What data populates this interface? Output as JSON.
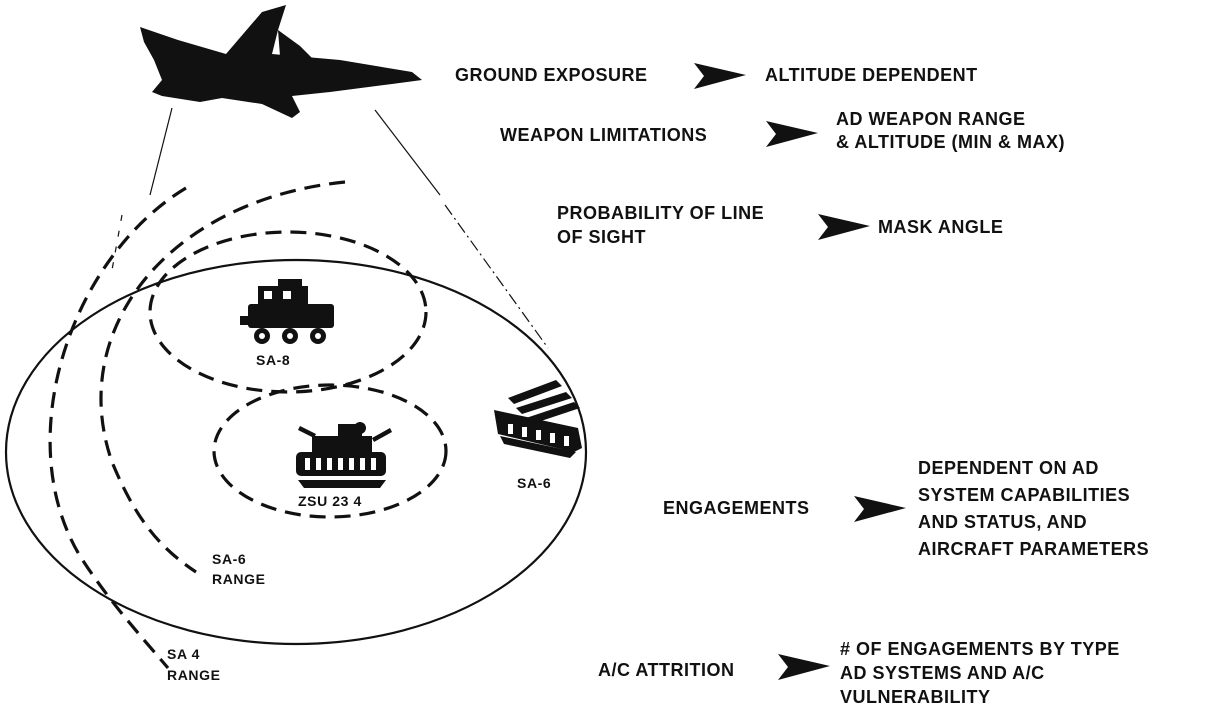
{
  "map_labels": {
    "sa8": "SA-8",
    "zsu": "ZSU 23 4",
    "sa6": "SA-6",
    "sa6_range_1": "SA-6",
    "sa6_range_2": "RANGE",
    "sa4_range_1": "SA 4",
    "sa4_range_2": "RANGE"
  },
  "factors": [
    {
      "name": "GROUND EXPOSURE",
      "effect": "ALTITUDE DEPENDENT"
    },
    {
      "name": "WEAPON LIMITATIONS",
      "effect_1": "AD WEAPON RANGE",
      "effect_2": "& ALTITUDE (MIN & MAX)"
    },
    {
      "name_1": "PROBABILITY OF LINE",
      "name_2": "OF SIGHT",
      "effect": "MASK ANGLE"
    },
    {
      "name": "ENGAGEMENTS",
      "effect_1": "DEPENDENT ON AD",
      "effect_2": "SYSTEM CAPABILITIES",
      "effect_3": "AND STATUS, AND",
      "effect_4": "AIRCRAFT PARAMETERS"
    },
    {
      "name": "A/C ATTRITION",
      "effect_1": "# OF ENGAGEMENTS BY TYPE",
      "effect_2": "AD SYSTEMS AND A/C",
      "effect_3": "VULNERABILITY"
    }
  ],
  "icons": [
    "jet-aircraft-icon",
    "sa8-vehicle-icon",
    "zsu-23-4-vehicle-icon",
    "sa6-launcher-icon",
    "arrow-right-icon"
  ]
}
